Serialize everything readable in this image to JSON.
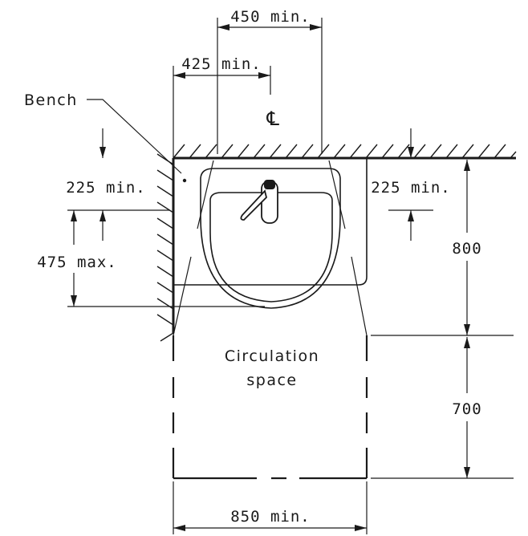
{
  "labels": {
    "dim_450": "450  min.",
    "dim_425": "425  min.",
    "bench": "Bench",
    "centreline": "℄",
    "dim_225_left": "225  min.",
    "dim_225_right": "225  min.",
    "dim_475": "475  max.",
    "dim_800": "800",
    "dim_700": "700",
    "circulation_line1": "Circulation",
    "circulation_line2": "space",
    "dim_850": "850  min."
  }
}
